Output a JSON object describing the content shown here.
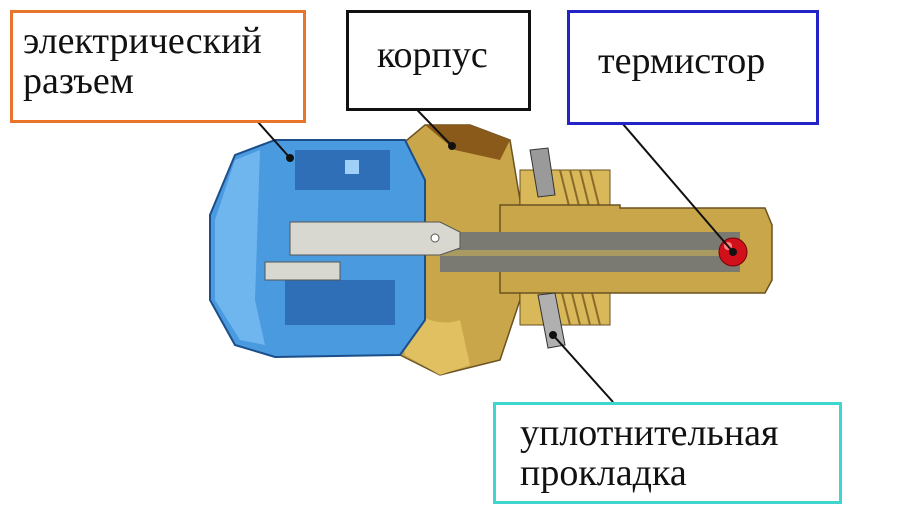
{
  "labels": {
    "connector": [
      "электрический",
      "разъем"
    ],
    "housing": [
      "корпус"
    ],
    "thermistor": [
      "термистор"
    ],
    "gasket": [
      "уплотнительная",
      "прокладка"
    ]
  },
  "colors": {
    "connector_box": "#e8752a",
    "housing_box": "#111111",
    "thermistor_box": "#2323c8",
    "gasket_box": "#3fd6d0",
    "plastic": "#4a9ae0",
    "brass": "#c9a64a",
    "thermistor": "#d0101a"
  }
}
